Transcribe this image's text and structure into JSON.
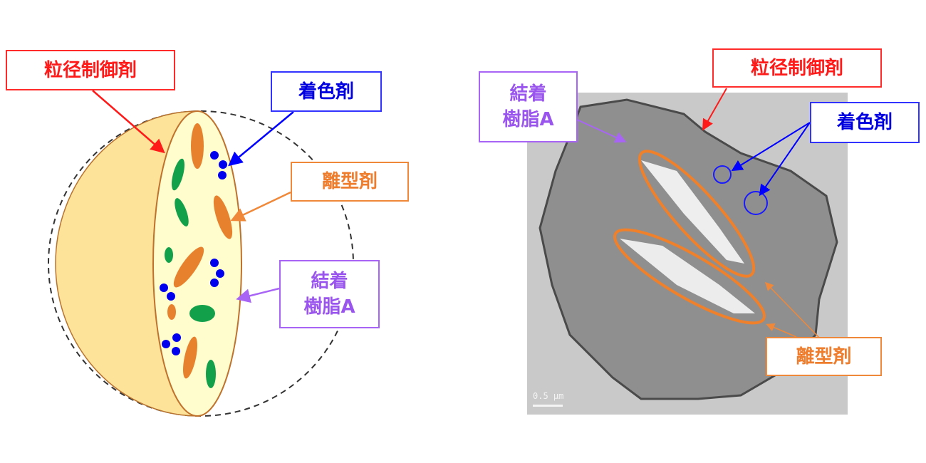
{
  "left_diagram": {
    "labels": {
      "particle_size_control": "粒径制御剤",
      "colorant": "着色剤",
      "release_agent": "離型剤",
      "binder_resin_line1": "結着",
      "binder_resin_line2": "樹脂A"
    }
  },
  "right_micrograph": {
    "labels": {
      "particle_size_control": "粒径制御剤",
      "colorant": "着色剤",
      "release_agent": "離型剤",
      "binder_resin_line1": "結着",
      "binder_resin_line2": "樹脂A"
    },
    "scale_bar": "0.5 μm"
  },
  "colors": {
    "red": "#ff1a1a",
    "blue": "#0000e0",
    "orange": "#ee7d2e",
    "purple": "#9a55ee",
    "green": "#12a04a"
  }
}
